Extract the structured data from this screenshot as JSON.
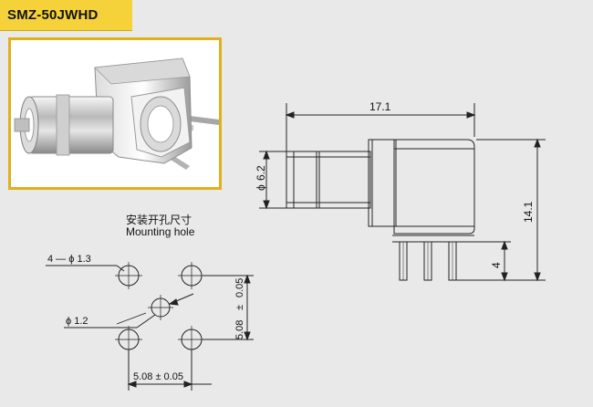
{
  "header": {
    "part_number": "SMZ-50JWHD"
  },
  "photo": {
    "icon": "connector-photo-icon"
  },
  "side_view": {
    "dim_length": "17.1",
    "dim_diameter_symbol": "ϕ",
    "dim_diameter": "6.2",
    "dim_height": "14.1",
    "dim_pin_length": "4"
  },
  "mounting_hole": {
    "title_cn": "安装开孔尺寸",
    "title_en": "Mounting hole",
    "outer_holes_label": "4 — ϕ 1.3",
    "center_hole_label": "ϕ  1.2",
    "dim_vertical_top": "0.05",
    "dim_vertical_pm": "±",
    "dim_vertical_base": "5.08",
    "dim_horizontal": "5.08 ± 0.05"
  },
  "colors": {
    "accent_yellow": "#f5d23a",
    "frame_gold": "#e0b11a",
    "background": "#e9e9e9"
  }
}
